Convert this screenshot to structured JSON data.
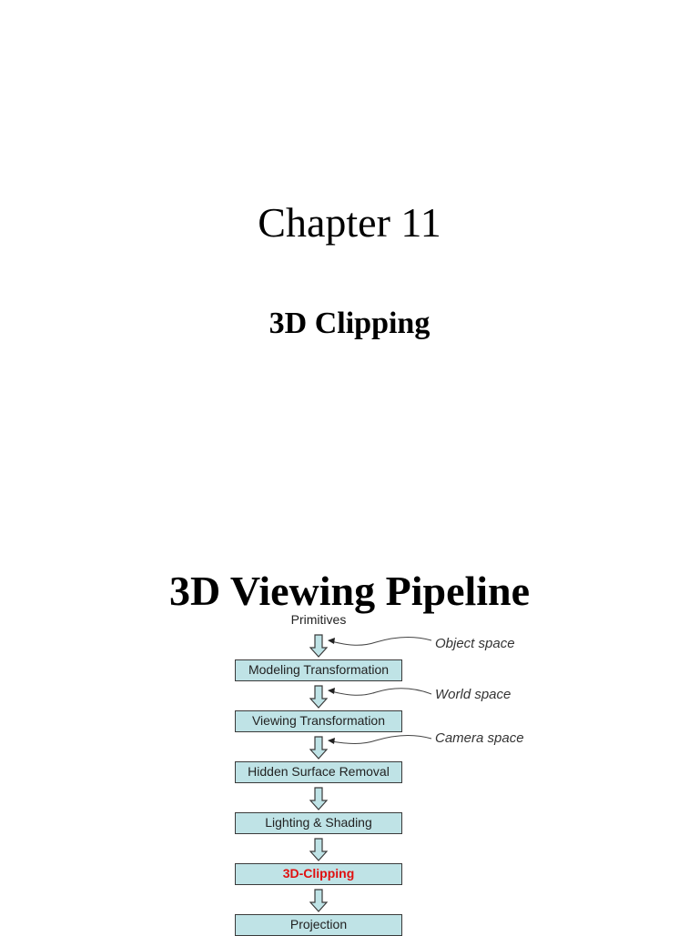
{
  "slide1": {
    "title": "Chapter 11",
    "subtitle": "3D Clipping"
  },
  "slide2": {
    "title": "3D Viewing Pipeline",
    "input_label": "Primitives",
    "stages": [
      {
        "label": "Modeling Transformation",
        "highlight": false
      },
      {
        "label": "Viewing Transformation",
        "highlight": false
      },
      {
        "label": "Hidden Surface Removal",
        "highlight": false
      },
      {
        "label": "Lighting & Shading",
        "highlight": false
      },
      {
        "label": "3D-Clipping",
        "highlight": true
      },
      {
        "label": "Projection",
        "highlight": false
      }
    ],
    "space_labels": [
      "Object space",
      "World space",
      "Camera space"
    ],
    "colors": {
      "box_fill": "#bfe3e6",
      "box_border": "#3a3a3a",
      "highlight_text": "#e01010"
    }
  }
}
